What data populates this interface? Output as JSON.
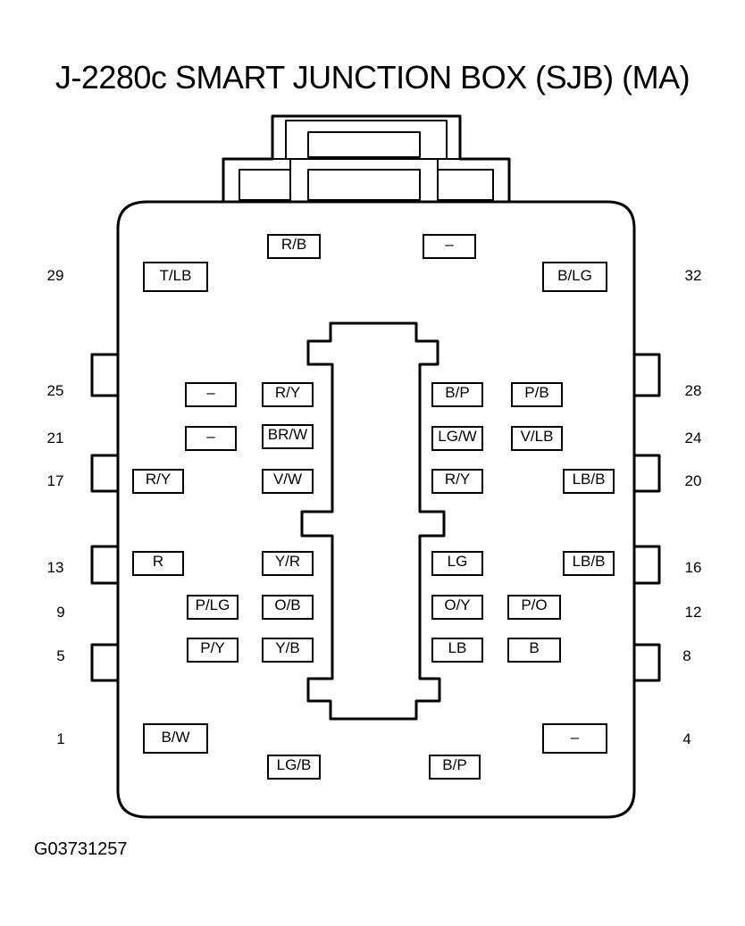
{
  "title": "J-2280c SMART JUNCTION BOX (SJB) (MA)",
  "figure_id": "G03731257",
  "pin_numbers": {
    "p29": "29",
    "p32": "32",
    "p25": "25",
    "p28": "28",
    "p21": "21",
    "p24": "24",
    "p17": "17",
    "p20": "20",
    "p13": "13",
    "p16": "16",
    "p9": "9",
    "p12": "12",
    "p5": "5",
    "p8": "8",
    "p1": "1",
    "p4": "4"
  },
  "wires": {
    "top_rb": "R/B",
    "top_blank": "–",
    "tlb": "T/LB",
    "blg": "B/LG",
    "r25_blank": "–",
    "r25_ry": "R/Y",
    "r25_bp": "B/P",
    "r25_pb": "P/B",
    "r21_blank": "–",
    "r21_brw": "BR/W",
    "r21_lgw": "LG/W",
    "r21_vlb": "V/LB",
    "r17_ry_left": "R/Y",
    "r17_vw": "V/W",
    "r17_ry_right": "R/Y",
    "r17_lbb": "LB/B",
    "r13_r": "R",
    "r13_yr": "Y/R",
    "r13_lg": "LG",
    "r13_lbb": "LB/B",
    "r9_plg": "P/LG",
    "r9_ob": "O/B",
    "r9_oy": "O/Y",
    "r9_po": "P/O",
    "r5_py": "P/Y",
    "r5_yb": "Y/B",
    "r5_lb": "LB",
    "r5_b": "B",
    "bw": "B/W",
    "r4_blank": "–",
    "bot_lgb": "LG/B",
    "bot_bp": "B/P"
  }
}
